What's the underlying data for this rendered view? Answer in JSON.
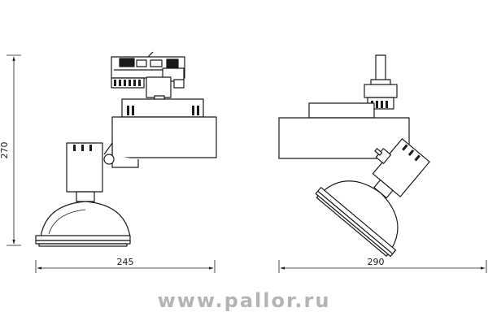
{
  "colors": {
    "line": "#1a1a1a",
    "body_fill": "#ffffff",
    "watermark": "#b4b4b4"
  },
  "dimensions": {
    "height": "270",
    "width_front": "245",
    "width_side": "290"
  },
  "watermark": {
    "text": "www.pallor.ru"
  }
}
